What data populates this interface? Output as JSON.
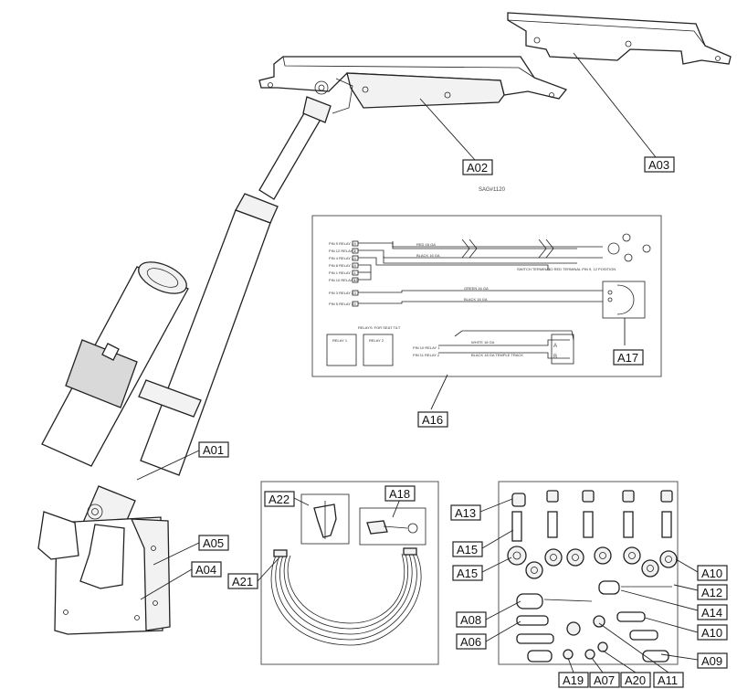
{
  "labels": {
    "A01": "A01",
    "A02": "A02",
    "A03": "A03",
    "A04": "A04",
    "A05": "A05",
    "A06": "A06",
    "A07": "A07",
    "A08": "A08",
    "A09": "A09",
    "A10a": "A10",
    "A10b": "A10",
    "A11": "A11",
    "A12": "A12",
    "A13": "A13",
    "A14": "A14",
    "A15a": "A15",
    "A15b": "A15",
    "A16": "A16",
    "A17": "A17",
    "A18": "A18",
    "A19": "A19",
    "A20": "A20",
    "A21": "A21",
    "A22": "A22"
  },
  "drawing_id": "SAG#1120",
  "wiring": {
    "left_pins": [
      "PIN 9 RELAY 1",
      "PIN 12 RELAY 1",
      "PIN 4 RELAY 1",
      "PIN 8 RELAY 1",
      "PIN 1 RELAY 1",
      "PIN 10 RELAY 1",
      "PIN 3 RELAY 2",
      "PIN 5 RELAY 2"
    ],
    "pin_numbers": [
      "9",
      "2",
      "4",
      "8",
      "1",
      "10",
      "3",
      "5"
    ],
    "wire_labels": [
      "RED 16 GA",
      "BLACK 16 GA",
      "SWITCH TERMINAL",
      "GREEN 16 GA",
      "BLACK 16 GA"
    ],
    "relay_labels": [
      "RELAY 1",
      "RELAY 2"
    ],
    "relay_note": "RELAYS: FOR SEAT TILT",
    "key_note": "TO RED TERMINAL PIN 9, 12 POSITION",
    "bottom_pins": [
      "PIN 10 RELAY 1",
      "PIN 11 RELAY 2"
    ],
    "bottom_wires": [
      "WHITE 18 GA",
      "BLACK 18 GA TEMPLE TRACK"
    ],
    "ab": [
      "A",
      "B"
    ]
  }
}
